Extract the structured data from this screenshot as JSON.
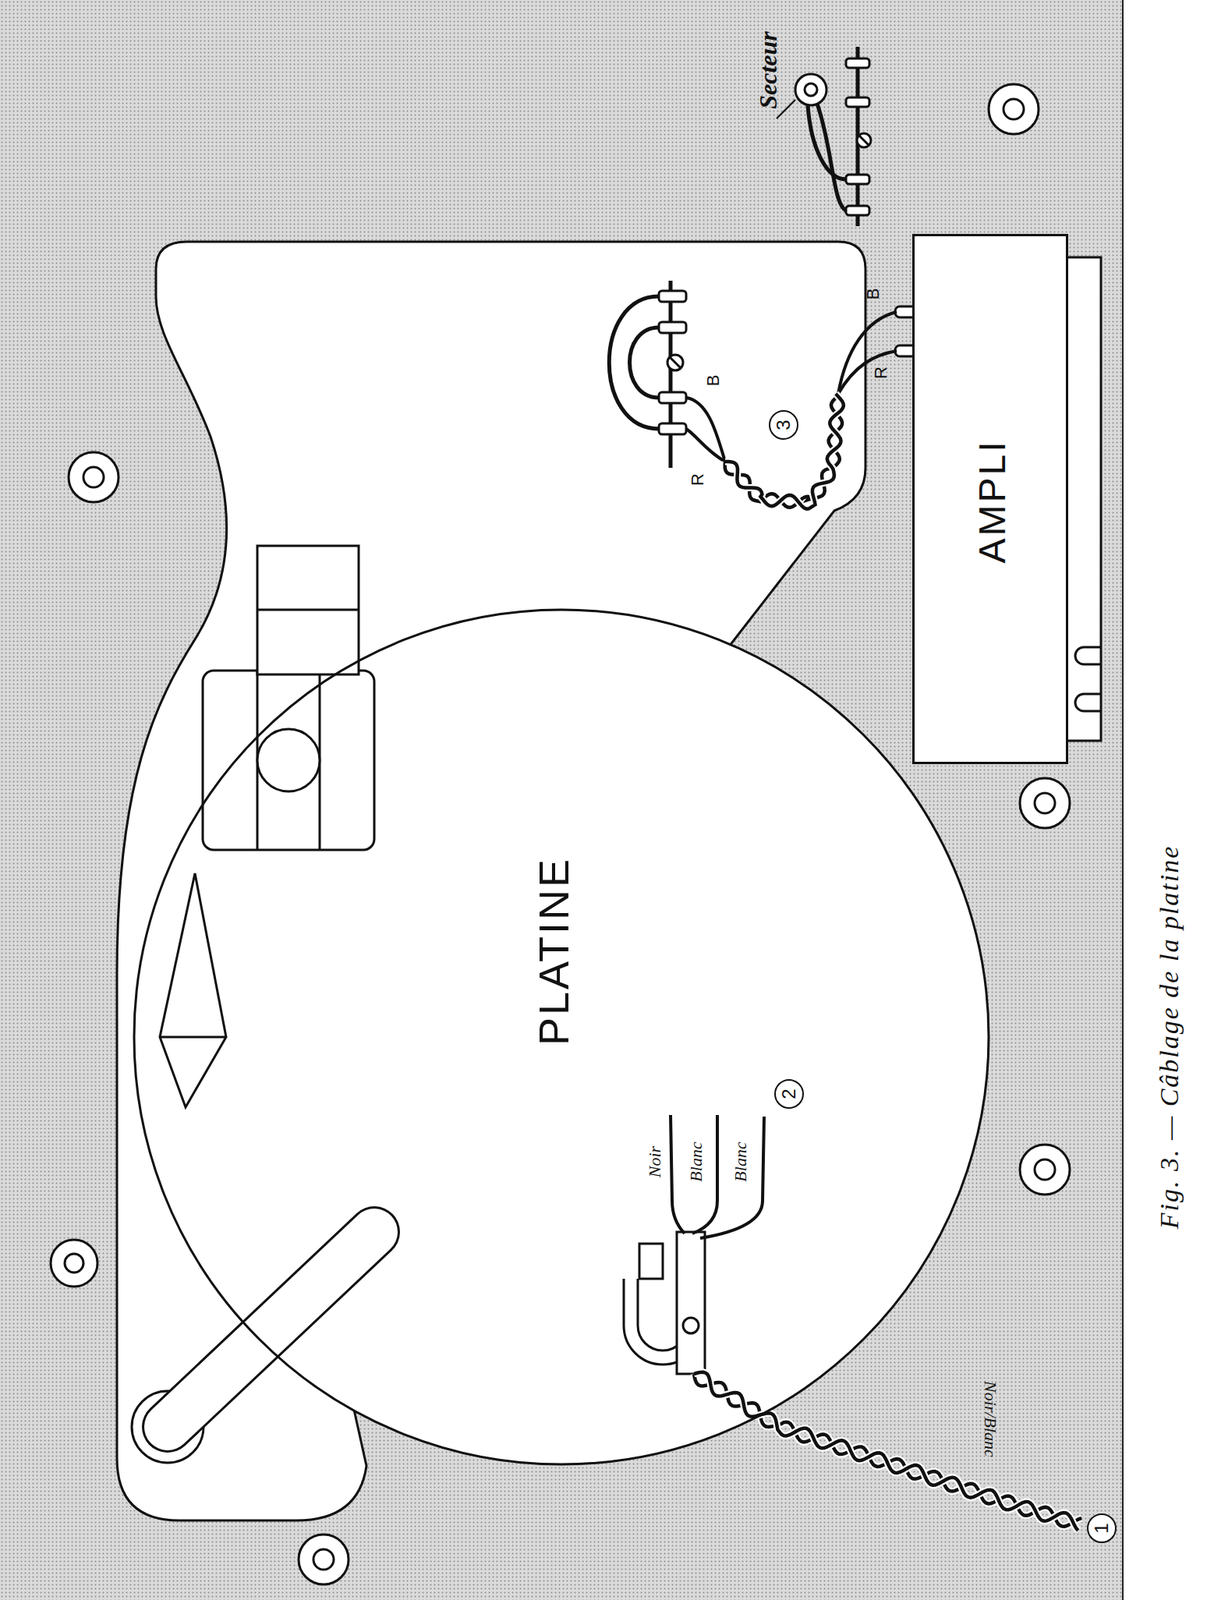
{
  "diagram": {
    "caption": "Fig. 3. — Câblage de la platine",
    "nodes": [
      {
        "text": [
          "PLATINE"
        ]
      },
      {
        "text": [
          "AMPLI"
        ]
      }
    ],
    "labels": [
      "Secteur",
      "B",
      "R",
      "3",
      "B",
      "R",
      "Noir",
      "Blanc",
      "Blanc",
      "2",
      "Noir/Blanc",
      "1"
    ]
  }
}
